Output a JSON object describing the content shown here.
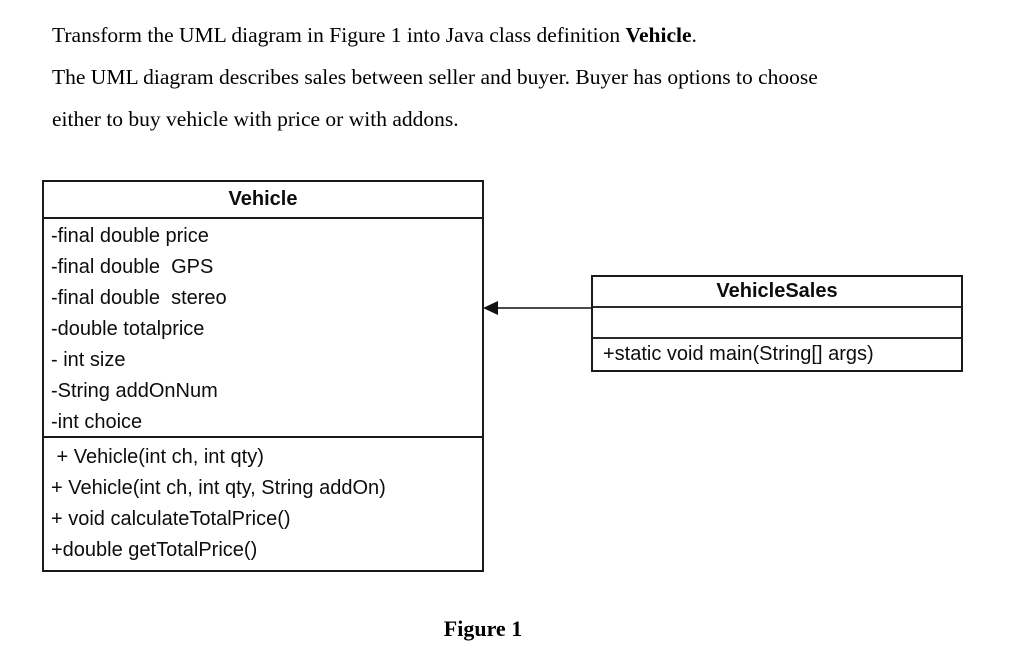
{
  "instructions": {
    "line1_prefix": "Transform the UML diagram in Figure 1 into Java class definition ",
    "line1_bold": "Vehicle",
    "line1_suffix": ".",
    "line2": "The UML diagram describes sales between seller and buyer. Buyer has options to choose",
    "line3": "either to buy vehicle with price or with addons."
  },
  "diagram": {
    "vehicle_class": {
      "title": "Vehicle",
      "attributes": [
        "-final double price",
        "-final double  GPS",
        "-final double  stereo",
        "-double totalprice",
        "- int size",
        "-String addOnNum",
        "-int choice"
      ],
      "methods": [
        " + Vehicle(int ch, int qty)",
        "+ Vehicle(int ch, int qty, String addOn)",
        "+ void calculateTotalPrice()",
        "+double getTotalPrice()"
      ]
    },
    "vehicle_sales_class": {
      "title": "VehicleSales",
      "attributes": [],
      "methods": [
        "+static void main(String[] args)"
      ]
    },
    "association": {
      "from": "VehicleSales",
      "to": "Vehicle",
      "arrowhead": "solid-triangle-left"
    }
  },
  "caption": "Figure 1",
  "colors": {
    "background": "#ffffff",
    "text": "#000000",
    "border": "#1a1a1a",
    "arrow": "#4a4a4a"
  }
}
